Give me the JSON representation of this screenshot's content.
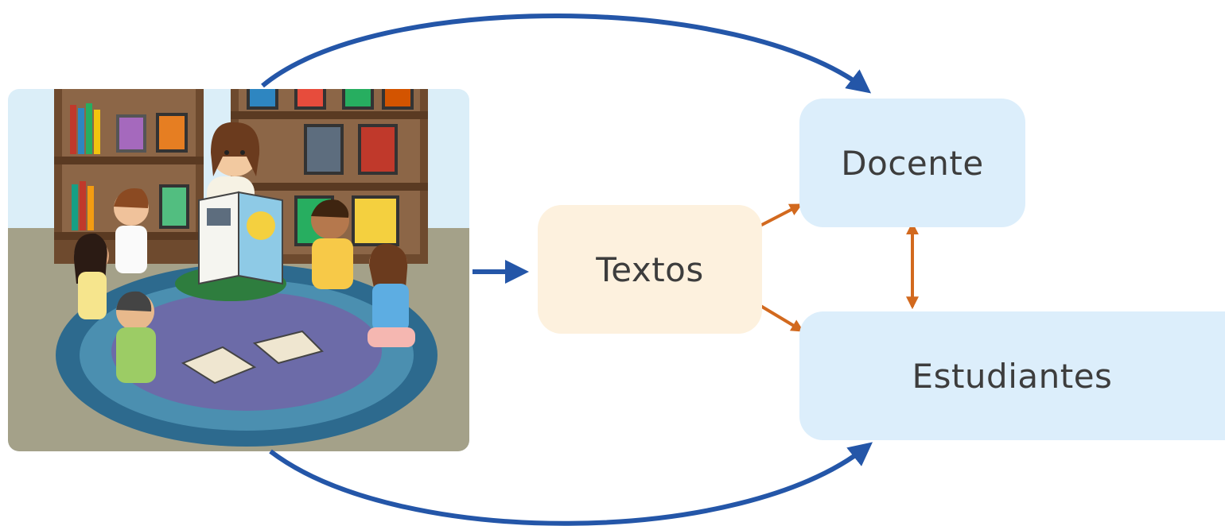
{
  "nodes": {
    "textos": "Textos",
    "docente": "Docente",
    "estudiantes": "Estudiantes"
  },
  "colors": {
    "flow_arrow": "#2456a8",
    "interaction_arrow": "#d2691e",
    "textos_fill": "#fdf1de",
    "participant_fill": "#dceefb",
    "label_text": "#3d3d3d"
  },
  "illustration": {
    "subject": "teacher reading a picture book to seated children on a round rug in a classroom library",
    "icon": "reading-circle-illustration"
  }
}
